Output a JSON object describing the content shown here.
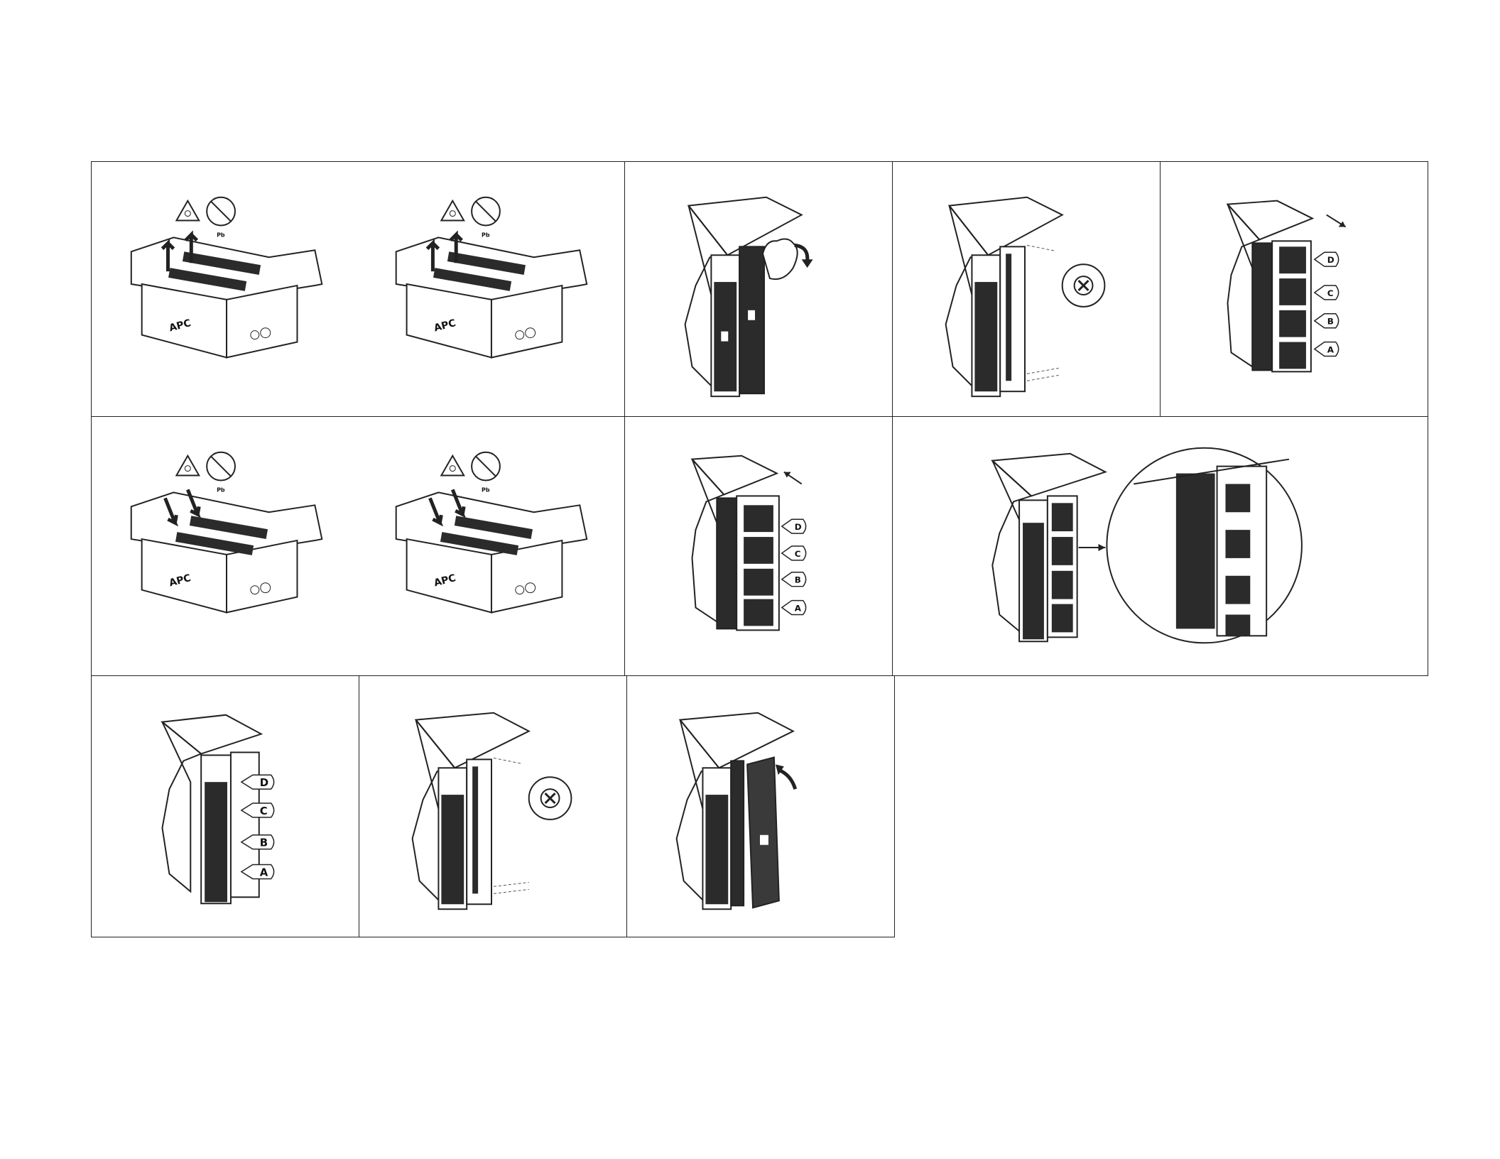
{
  "brand": {
    "logo_text": "APC"
  },
  "symbols": {
    "lead_mark": "Pb"
  },
  "battery_labels": [
    "D",
    "C",
    "B",
    "A"
  ],
  "steps": [
    {
      "id": "unpack-batteries",
      "icon": "arrow-up-icon"
    },
    {
      "id": "remove-front-bezel",
      "icon": "rotate-arrow-icon"
    },
    {
      "id": "remove-screws",
      "icon": "screw-icon"
    },
    {
      "id": "slide-out-batteries",
      "icon": "arrow-right-icon"
    },
    {
      "id": "repack-batteries",
      "icon": "arrow-down-icon"
    },
    {
      "id": "insert-batteries",
      "icon": "arrow-left-icon"
    },
    {
      "id": "connect-batteries",
      "icon": "magnifier-icon"
    },
    {
      "id": "batteries-seated",
      "icon": "hand-icon"
    },
    {
      "id": "replace-screws",
      "icon": "screw-icon"
    },
    {
      "id": "replace-front-bezel",
      "icon": "rotate-arrow-icon"
    }
  ],
  "colors": {
    "line": "#222222",
    "fill_dark": "#2b2b2b",
    "paper": "#ffffff"
  }
}
